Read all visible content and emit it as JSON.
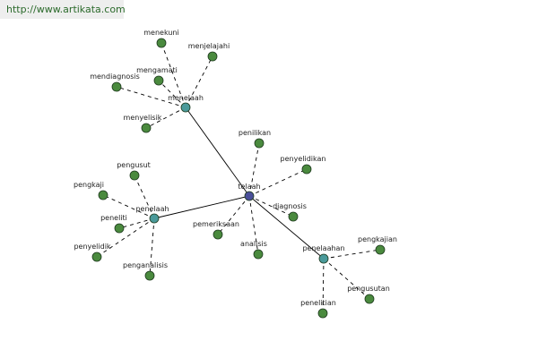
{
  "header": {
    "url_text": "http://www.artikata.com"
  },
  "colors": {
    "root": "#4a4f9a",
    "hub": "#4a9a9a",
    "leaf": "#4a8a3e",
    "node_stroke": "#1e3a1e"
  },
  "nodes": [
    {
      "id": "telaah",
      "label": "telaah",
      "kind": "root"
    },
    {
      "id": "menelaah",
      "label": "menelaah",
      "kind": "hub"
    },
    {
      "id": "penelaah",
      "label": "penelaah",
      "kind": "hub"
    },
    {
      "id": "penelaahan",
      "label": "penelaahan",
      "kind": "hub"
    },
    {
      "id": "menekuni",
      "label": "menekuni",
      "kind": "leaf"
    },
    {
      "id": "menjelajahi",
      "label": "menjelajahi",
      "kind": "leaf"
    },
    {
      "id": "mengamati",
      "label": "mengamati",
      "kind": "leaf"
    },
    {
      "id": "mendiagnosis",
      "label": "mendiagnosis",
      "kind": "leaf"
    },
    {
      "id": "menyelisik",
      "label": "menyelisik",
      "kind": "leaf"
    },
    {
      "id": "penilikan",
      "label": "penilikan",
      "kind": "leaf"
    },
    {
      "id": "penyelidikan",
      "label": "penyelidikan",
      "kind": "leaf"
    },
    {
      "id": "diagnosis",
      "label": "diagnosis",
      "kind": "leaf"
    },
    {
      "id": "pemeriksaan",
      "label": "pemeriksaan",
      "kind": "leaf"
    },
    {
      "id": "analisis",
      "label": "analisis",
      "kind": "leaf"
    },
    {
      "id": "pengusut",
      "label": "pengusut",
      "kind": "leaf"
    },
    {
      "id": "pengkaji",
      "label": "pengkaji",
      "kind": "leaf"
    },
    {
      "id": "peneliti",
      "label": "peneliti",
      "kind": "leaf"
    },
    {
      "id": "penyelidik",
      "label": "penyelidik",
      "kind": "leaf"
    },
    {
      "id": "penganalisis",
      "label": "penganalisis",
      "kind": "leaf"
    },
    {
      "id": "pengkajian",
      "label": "pengkajian",
      "kind": "leaf"
    },
    {
      "id": "pengusutan",
      "label": "pengusutan",
      "kind": "leaf"
    },
    {
      "id": "penelitian",
      "label": "penelitian",
      "kind": "leaf"
    }
  ],
  "edges": [
    {
      "from": "telaah",
      "to": "menelaah",
      "style": "solid"
    },
    {
      "from": "telaah",
      "to": "penelaah",
      "style": "solid"
    },
    {
      "from": "telaah",
      "to": "penelaahan",
      "style": "solid"
    },
    {
      "from": "menelaah",
      "to": "menekuni",
      "style": "dashed"
    },
    {
      "from": "menelaah",
      "to": "menjelajahi",
      "style": "dashed"
    },
    {
      "from": "menelaah",
      "to": "mengamati",
      "style": "dashed"
    },
    {
      "from": "menelaah",
      "to": "mendiagnosis",
      "style": "dashed"
    },
    {
      "from": "menelaah",
      "to": "menyelisik",
      "style": "dashed"
    },
    {
      "from": "telaah",
      "to": "penilikan",
      "style": "dashed"
    },
    {
      "from": "telaah",
      "to": "penyelidikan",
      "style": "dashed"
    },
    {
      "from": "telaah",
      "to": "diagnosis",
      "style": "dashed"
    },
    {
      "from": "telaah",
      "to": "pemeriksaan",
      "style": "dashed"
    },
    {
      "from": "telaah",
      "to": "analisis",
      "style": "dashed"
    },
    {
      "from": "penelaah",
      "to": "pengusut",
      "style": "dashed"
    },
    {
      "from": "penelaah",
      "to": "pengkaji",
      "style": "dashed"
    },
    {
      "from": "penelaah",
      "to": "peneliti",
      "style": "dashed"
    },
    {
      "from": "penelaah",
      "to": "penyelidik",
      "style": "dashed"
    },
    {
      "from": "penelaah",
      "to": "penganalisis",
      "style": "dashed"
    },
    {
      "from": "penelaahan",
      "to": "pengkajian",
      "style": "dashed"
    },
    {
      "from": "penelaahan",
      "to": "pengusutan",
      "style": "dashed"
    },
    {
      "from": "penelaahan",
      "to": "penelitian",
      "style": "dashed"
    }
  ]
}
